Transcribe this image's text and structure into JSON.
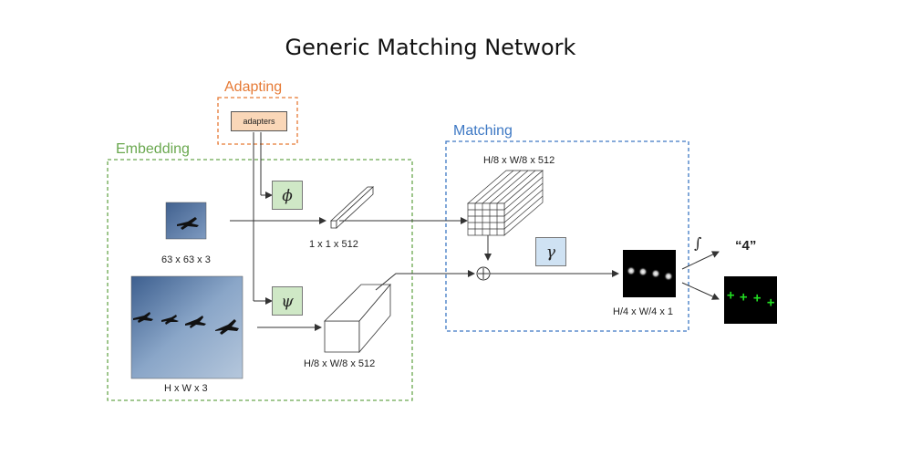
{
  "title": "Generic Matching Network",
  "sections": {
    "adapting": "Adapting",
    "embedding": "Embedding",
    "matching": "Matching"
  },
  "adapters_label": "adapters",
  "greek": {
    "phi": "ϕ",
    "psi": "ψ",
    "gamma": "γ"
  },
  "dims": {
    "template_image": "63 x 63 x 3",
    "search_image": "H x W x 3",
    "template_feature": "1 x 1 x 512",
    "search_feature": "H/8 x W/8 x 512",
    "tiled_feature": "H/8 x W/8 x 512",
    "density_map": "H/4 x W/4 x 1"
  },
  "integral_symbol": "∫",
  "count_output": "“4”",
  "detections": [
    "+",
    "+",
    "+",
    "+"
  ],
  "colors": {
    "adapting": "#e67a35",
    "embedding": "#6aa84f",
    "matching": "#3d78c4",
    "greek_box": "#cfe8c6",
    "gamma_box": "#cfe2f3",
    "detection_green": "#22dd22"
  }
}
